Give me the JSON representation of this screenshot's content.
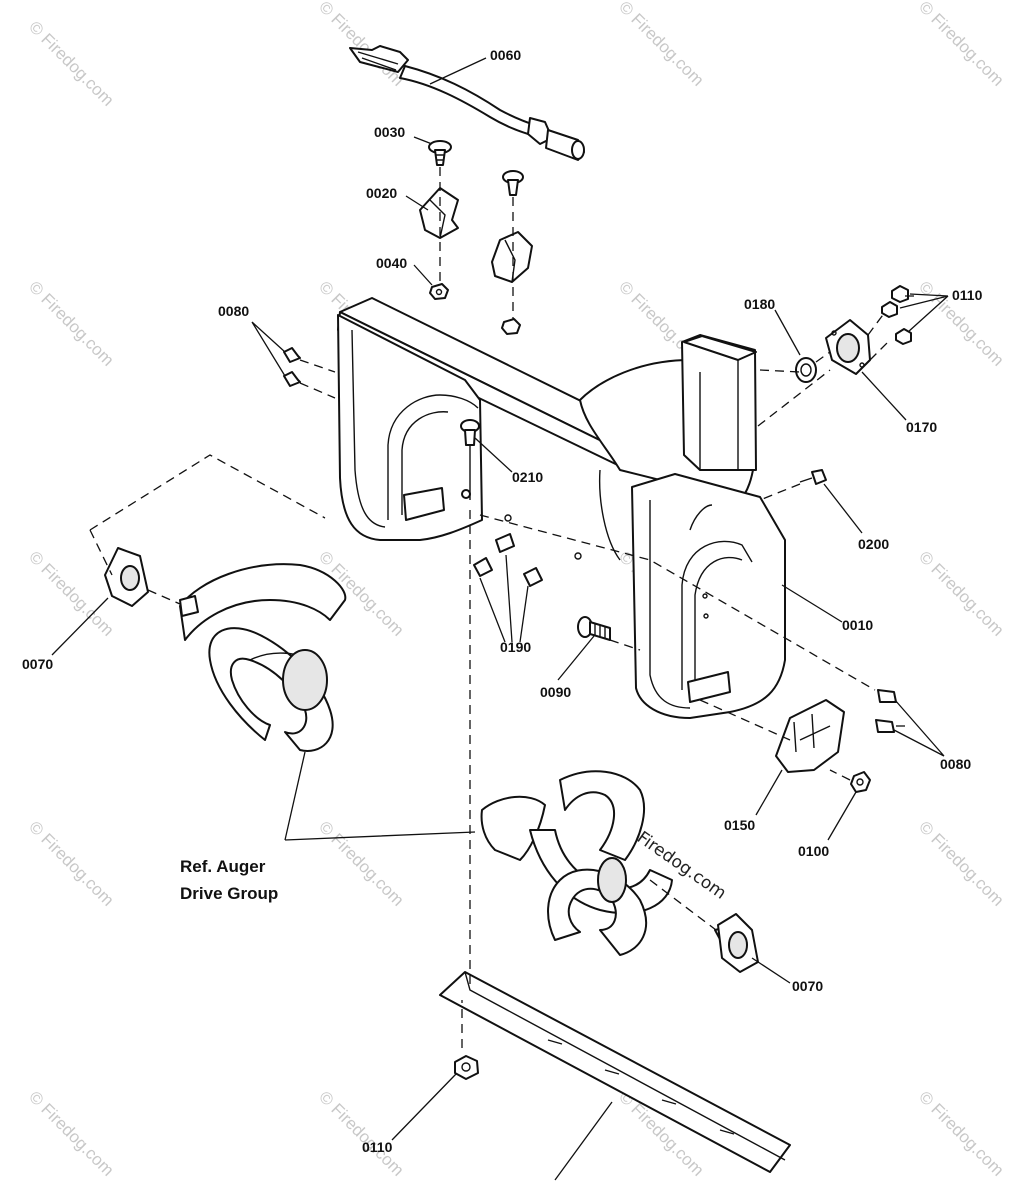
{
  "watermark": {
    "text": "© Firedog.com",
    "center_text": "Firedog.com",
    "center_symbol": "©"
  },
  "callouts": {
    "c0060": "0060",
    "c0030": "0030",
    "c0020": "0020",
    "c0040": "0040",
    "c0080_left": "0080",
    "c0180": "0180",
    "c0110_top": "0110",
    "c0170": "0170",
    "c0210": "0210",
    "c0200": "0200",
    "c0010": "0010",
    "c0190": "0190",
    "c0070_left": "0070",
    "c0090": "0090",
    "c0080_right": "0080",
    "c0150": "0150",
    "c0100": "0100",
    "c0070_right": "0070",
    "c0110_bottom": "0110"
  },
  "reference": {
    "line1": "Ref. Auger",
    "line2": "Drive Group"
  }
}
